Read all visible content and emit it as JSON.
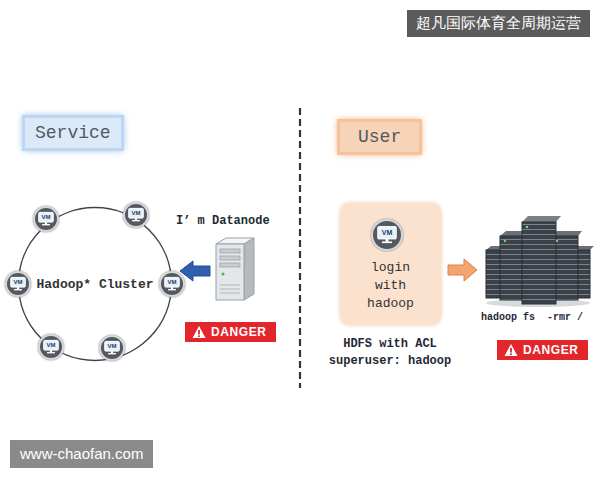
{
  "diagram": {
    "nodes": [
      {
        "text": [
          "Service"
        ]
      },
      {
        "text": [
          "Hadoop* Cluster"
        ]
      },
      {
        "text": [
          "VM"
        ]
      },
      {
        "text": [
          "VM"
        ]
      },
      {
        "text": [
          "VM"
        ]
      },
      {
        "text": [
          "VM"
        ]
      },
      {
        "text": [
          "VM"
        ]
      },
      {
        "text": [
          "VM"
        ]
      },
      {
        "text": [
          "DANGER"
        ]
      },
      {
        "text": [
          "User"
        ]
      },
      {
        "text": [
          "login with hadoop"
        ]
      },
      {
        "text": [
          "VM"
        ],
        "in": 10
      },
      {
        "text": [
          "DANGER"
        ]
      }
    ],
    "labels": [
      "超凡国际体育全周期运营",
      "I’ m Datanode",
      "HDFS with ACL",
      "superuser: hadoop",
      "hadoop fs  -rmr /",
      "www-chaofan.com"
    ]
  }
}
